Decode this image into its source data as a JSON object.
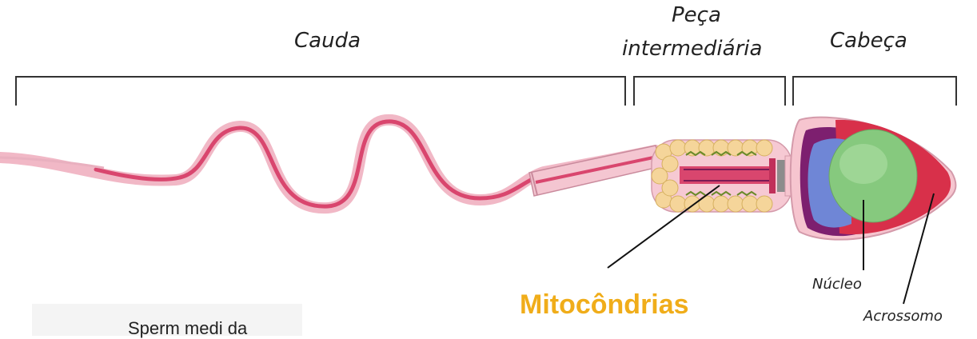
{
  "labels": {
    "tail": "Cauda",
    "midpiece_line1": "Peça",
    "midpiece_line2": "intermediária",
    "head": "Cabeça",
    "nucleus": "Núcleo",
    "acrosome": "Acrossomo",
    "mitochondria": "Mitocôndrias",
    "caption_partial": "Sperm medi da"
  },
  "colors": {
    "mitochondria_label": "#f0ad1a",
    "tail_outer": "#f1b8c6",
    "tail_inner": "#d9466e",
    "nucleus": "#86c97e",
    "acrosome": "#d8304a",
    "head_outer": "#f6c5cf",
    "purple": "#7d1f6f",
    "blue": "#6f86d6"
  }
}
